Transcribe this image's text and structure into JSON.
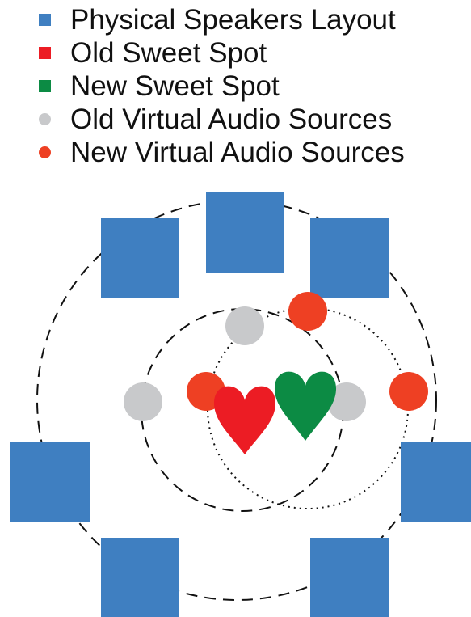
{
  "colors": {
    "speaker": "#3f7fc1",
    "old_sweet_spot": "#ec1c24",
    "new_sweet_spot": "#0c8b44",
    "old_source": "#c8c9cb",
    "new_source": "#ee4023"
  },
  "legend": [
    {
      "label": "Physical Speakers Layout",
      "shape": "square",
      "color": "#3f7fc1"
    },
    {
      "label": "Old Sweet Spot",
      "shape": "square",
      "color": "#ec1c24"
    },
    {
      "label": "New Sweet Spot",
      "shape": "square",
      "color": "#0c8b44"
    },
    {
      "label": "Old Virtual Audio Sources",
      "shape": "circle",
      "color": "#c8c9cb"
    },
    {
      "label": "New Virtual Audio Sources",
      "shape": "circle",
      "color": "#ee4023"
    }
  ]
}
